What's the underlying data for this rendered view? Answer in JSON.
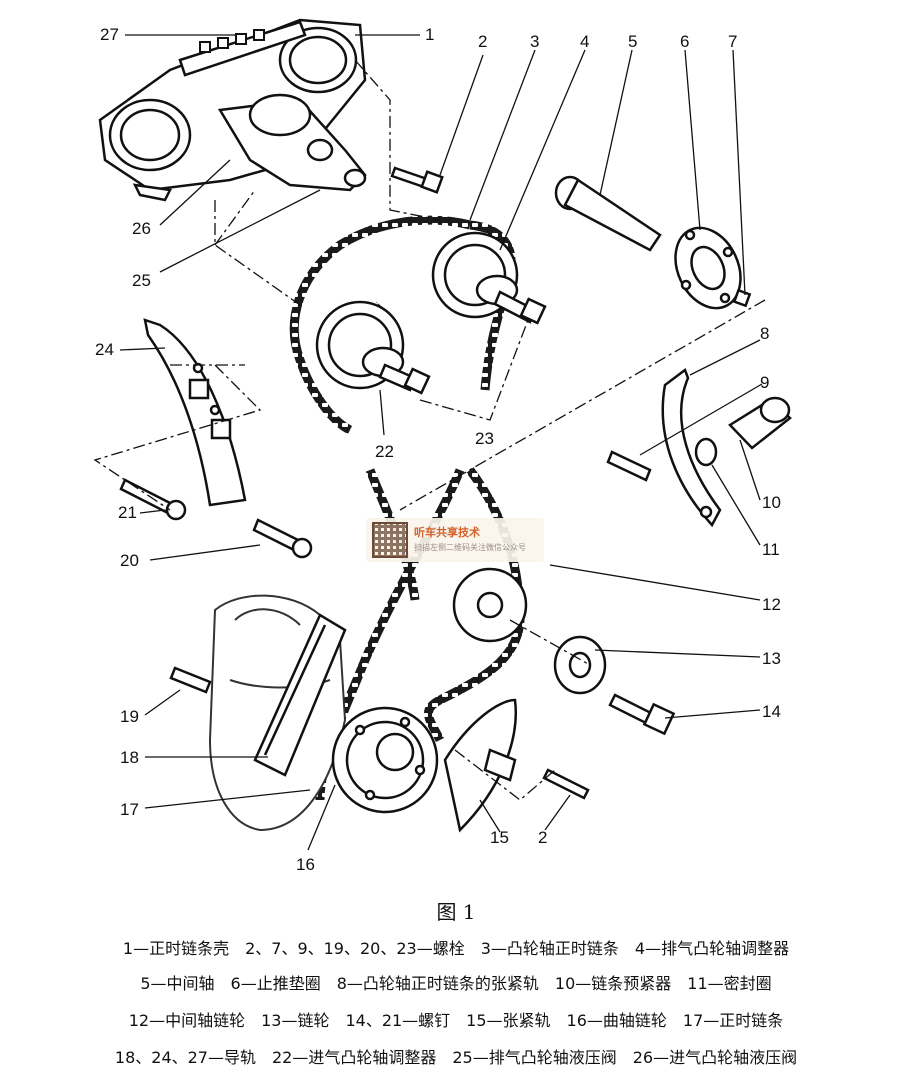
{
  "callouts": [
    {
      "id": "1",
      "text": "1"
    },
    {
      "id": "2a",
      "text": "2"
    },
    {
      "id": "3",
      "text": "3"
    },
    {
      "id": "4",
      "text": "4"
    },
    {
      "id": "5",
      "text": "5"
    },
    {
      "id": "6",
      "text": "6"
    },
    {
      "id": "7",
      "text": "7"
    },
    {
      "id": "27",
      "text": "27"
    },
    {
      "id": "26",
      "text": "26"
    },
    {
      "id": "25",
      "text": "25"
    },
    {
      "id": "24",
      "text": "24"
    },
    {
      "id": "8",
      "text": "8"
    },
    {
      "id": "9",
      "text": "9"
    },
    {
      "id": "10",
      "text": "10"
    },
    {
      "id": "11",
      "text": "11"
    },
    {
      "id": "22",
      "text": "22"
    },
    {
      "id": "23",
      "text": "23"
    },
    {
      "id": "21",
      "text": "21"
    },
    {
      "id": "20",
      "text": "20"
    },
    {
      "id": "12",
      "text": "12"
    },
    {
      "id": "13",
      "text": "13"
    },
    {
      "id": "14",
      "text": "14"
    },
    {
      "id": "19",
      "text": "19"
    },
    {
      "id": "18",
      "text": "18"
    },
    {
      "id": "17",
      "text": "17"
    },
    {
      "id": "16",
      "text": "16"
    },
    {
      "id": "15",
      "text": "15"
    },
    {
      "id": "2b",
      "text": "2"
    }
  ],
  "caption": "图 1",
  "legend": [
    "1—正时链条壳　2、7、9、19、20、23—螺栓　3—凸轮轴正时链条　4—排气凸轮轴调整器",
    "5—中间轴　6—止推垫圈　8—凸轮轴正时链条的张紧轨　10—链条预紧器　11—密封圈",
    "12—中间轴链轮　13—链轮　14、21—螺钉　15—张紧轨　16—曲轴链轮　17—正时链条",
    "18、24、27—导轨　22—进气凸轮轴调整器　25—排气凸轮轴液压阀　26—进气凸轮轴液压阀"
  ],
  "watermark": {
    "title": "听车共享技术",
    "subtitle": "扫描左侧二维码关注微信公众号"
  }
}
